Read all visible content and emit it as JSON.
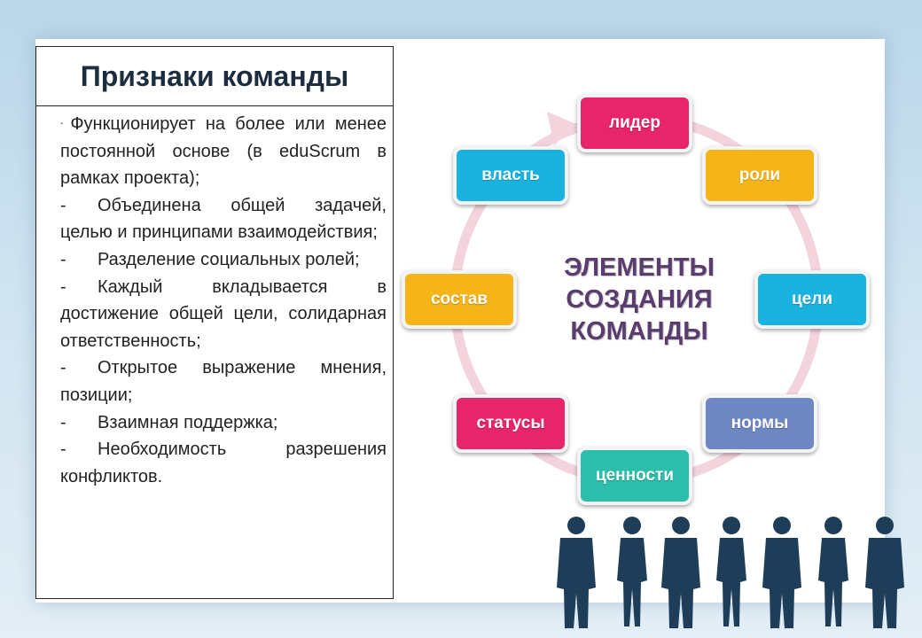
{
  "left_panel": {
    "title": "Признаки команды",
    "bullets": [
      {
        "dash": "-",
        "text": "Функционирует на более или менее постоянной основе (в eduScrum в рамках проекта);"
      },
      {
        "dash": "-",
        "text": "Объединена общей задачей, целью и принципами взаимодействия;"
      },
      {
        "dash": "-",
        "text": "Разделение социальных ролей;"
      },
      {
        "dash": "-",
        "text": "Каждый вкладывается в достижение общей цели, солидарная ответственность;"
      },
      {
        "dash": "-",
        "text": "Открытое выражение мнения, позиции;"
      },
      {
        "dash": "-",
        "text": "Взаимная поддержка;"
      },
      {
        "dash": "-",
        "text": "Необходимость разрешения конфликтов."
      }
    ]
  },
  "diagram": {
    "center_lines": [
      "ЭЛЕМЕНТЫ",
      "СОЗДАНИЯ",
      "КОМАНДЫ"
    ],
    "center_color": "#5a3d6e",
    "nodes": [
      {
        "label": "лидер",
        "color": "#e8256a"
      },
      {
        "label": "роли",
        "color": "#f5b417"
      },
      {
        "label": "цели",
        "color": "#1ab3e0"
      },
      {
        "label": "нормы",
        "color": "#6e86c2"
      },
      {
        "label": "ценности",
        "color": "#2bbfab"
      },
      {
        "label": "статусы",
        "color": "#e8256a"
      },
      {
        "label": "состав",
        "color": "#f5b417"
      },
      {
        "label": "власть",
        "color": "#1ab3e0"
      }
    ],
    "ring_color": "#f3d3dc"
  },
  "decor": {
    "silhouettes_icon": "business-people-silhouettes-icon",
    "silhouette_color": "#1e3d59"
  }
}
